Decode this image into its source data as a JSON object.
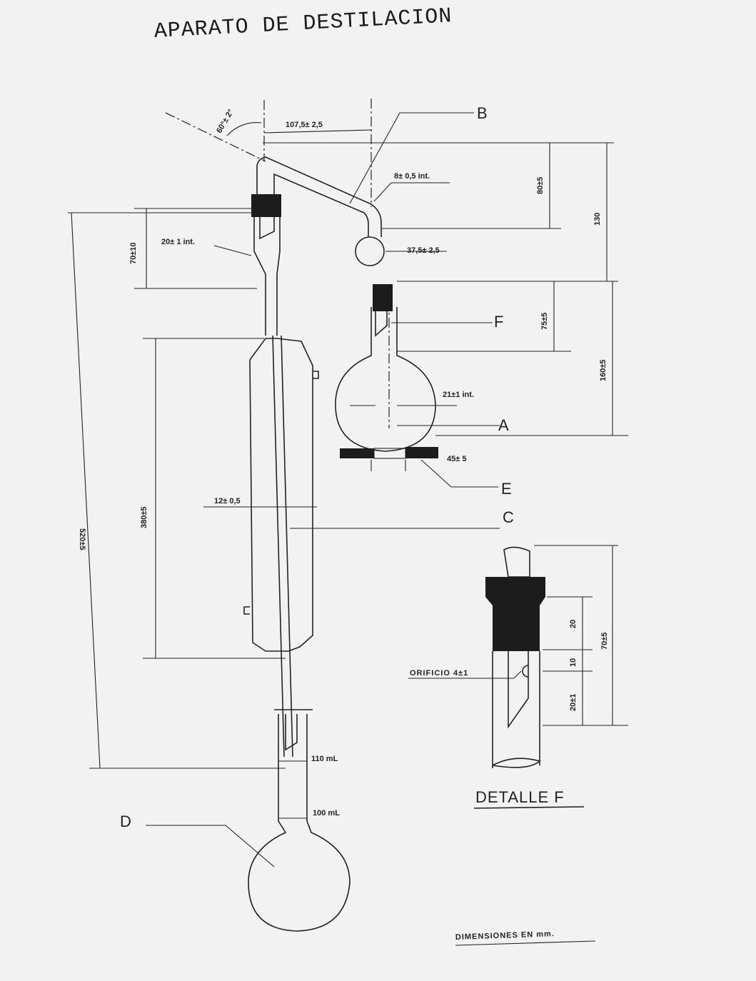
{
  "title": "APARATO DE DESTILACION",
  "colors": {
    "paper": "#f2f2f2",
    "ink": "#1c1c1c"
  },
  "parts": {
    "a": "A",
    "b": "B",
    "c": "C",
    "d": "D",
    "e": "E",
    "f": "F"
  },
  "dimensions": {
    "angle": "60°± 2°",
    "offset": "107,5± 2,5",
    "tube_inner": "8± 0,5 int.",
    "bulb_height": "80±5",
    "total_height": "130",
    "bulb_dia": "37,5± 2,5",
    "adapter_inner": "20± 1 int.",
    "adapter_top": "70±10",
    "stopper_f": "75±5",
    "flask_height": "160±5",
    "neck_inner": "21±1 int.",
    "plate_hole": "45± 5",
    "condenser_tube": "12± 0,5",
    "jacket_len": "380±5",
    "overall_len": "520±5"
  },
  "receiver": {
    "mark_110": "110 mL",
    "mark_100": "100 mL"
  },
  "detail": {
    "title": "DETALLE F",
    "orifice": "ORIFICIO 4±1",
    "d20": "20",
    "d10": "10",
    "d20b": "20±1",
    "d70": "70±5"
  },
  "footnote": "DIMENSIONES EN mm."
}
